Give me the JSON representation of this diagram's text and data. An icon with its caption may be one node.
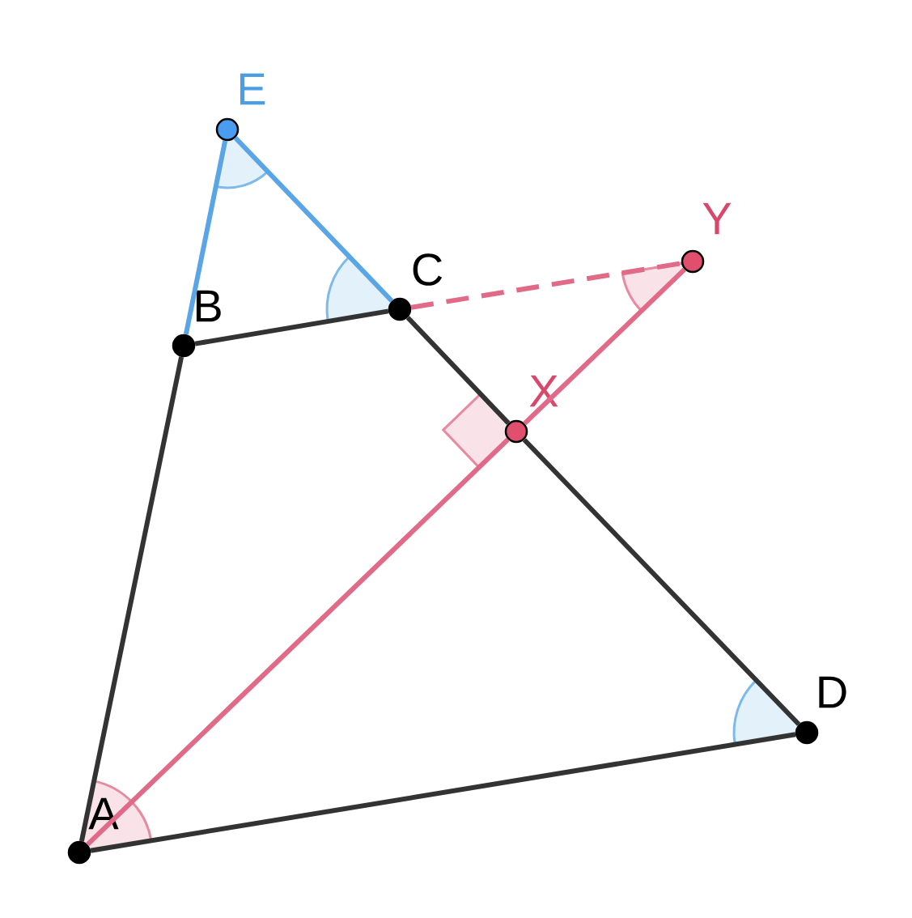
{
  "diagram": {
    "nodes": [
      {
        "text": [],
        "shape": "circle",
        "beside": [
          "E"
        ]
      },
      {
        "text": [],
        "shape": "circle",
        "beside": [
          "Y"
        ]
      },
      {
        "text": [],
        "shape": "circle",
        "beside": [
          "C"
        ]
      },
      {
        "text": [],
        "shape": "circle",
        "beside": [
          "B"
        ]
      },
      {
        "text": [],
        "shape": "circle",
        "beside": [
          "X"
        ]
      },
      {
        "text": [],
        "shape": "circle",
        "beside": [
          "D"
        ]
      },
      {
        "text": [],
        "shape": "circle",
        "beside": [
          "A"
        ]
      }
    ],
    "edges": [
      {
        "from": 0,
        "to": 3,
        "arrow": "none",
        "color": "#5aa5e6"
      },
      {
        "from": 0,
        "to": 2,
        "arrow": "none",
        "color": "#5aa5e6"
      },
      {
        "from": 3,
        "to": 2,
        "arrow": "none"
      },
      {
        "from": 2,
        "to": 4,
        "arrow": "none"
      },
      {
        "from": 4,
        "to": 5,
        "arrow": "none"
      },
      {
        "from": 3,
        "to": 6,
        "arrow": "none"
      },
      {
        "from": 6,
        "to": 5,
        "arrow": "none"
      },
      {
        "from": 6,
        "to": 4,
        "arrow": "none",
        "color": "#e06a88"
      },
      {
        "from": 4,
        "to": 1,
        "arrow": "none",
        "color": "#e06a88"
      },
      {
        "from": 2,
        "to": 1,
        "arrow": "none",
        "style": "dashed",
        "color": "#e06a88"
      }
    ]
  }
}
